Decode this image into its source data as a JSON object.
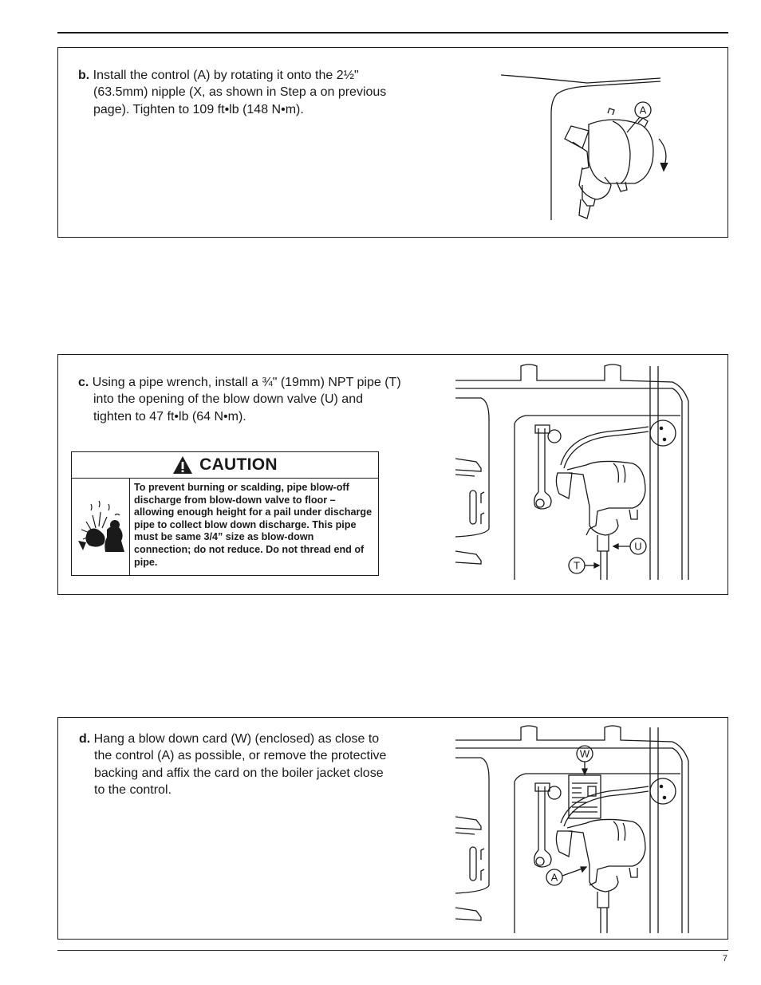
{
  "steps": {
    "b": {
      "letter": "b.",
      "text": " Install the control (A) by rotating it onto the 2½\" (63.5mm) nipple (X, as shown in Step a on previous page). Tighten to 109 ft•lb (148 N•m).",
      "callouts": [
        "A"
      ]
    },
    "c": {
      "letter": "c.",
      "text": " Using a pipe wrench, install a ¾\" (19mm) NPT pipe (T) into the opening of the blow down valve (U) and tighten to 47 ft•lb (64 N•m).",
      "callouts": [
        "U",
        "T"
      ]
    },
    "d": {
      "letter": "d.",
      "text": " Hang a blow down card (W) (enclosed) as close to the control (A) as possible, or remove the protective backing and affix the card on the boiler jacket close to the control.",
      "callouts": [
        "W",
        "A"
      ]
    }
  },
  "caution": {
    "title": "CAUTION",
    "icon": "warning-triangle-icon",
    "pictogram": "steam-burn-hazard-icon",
    "text": "To prevent burning or scalding, pipe blow-off discharge from blow-down valve to floor – allowing enough height for a pail under discharge pipe to collect blow down discharge. This pipe must be same 3/4” size as blow-down connection; do not reduce. Do not thread end of pipe."
  },
  "footer": {
    "page_number": "7"
  }
}
